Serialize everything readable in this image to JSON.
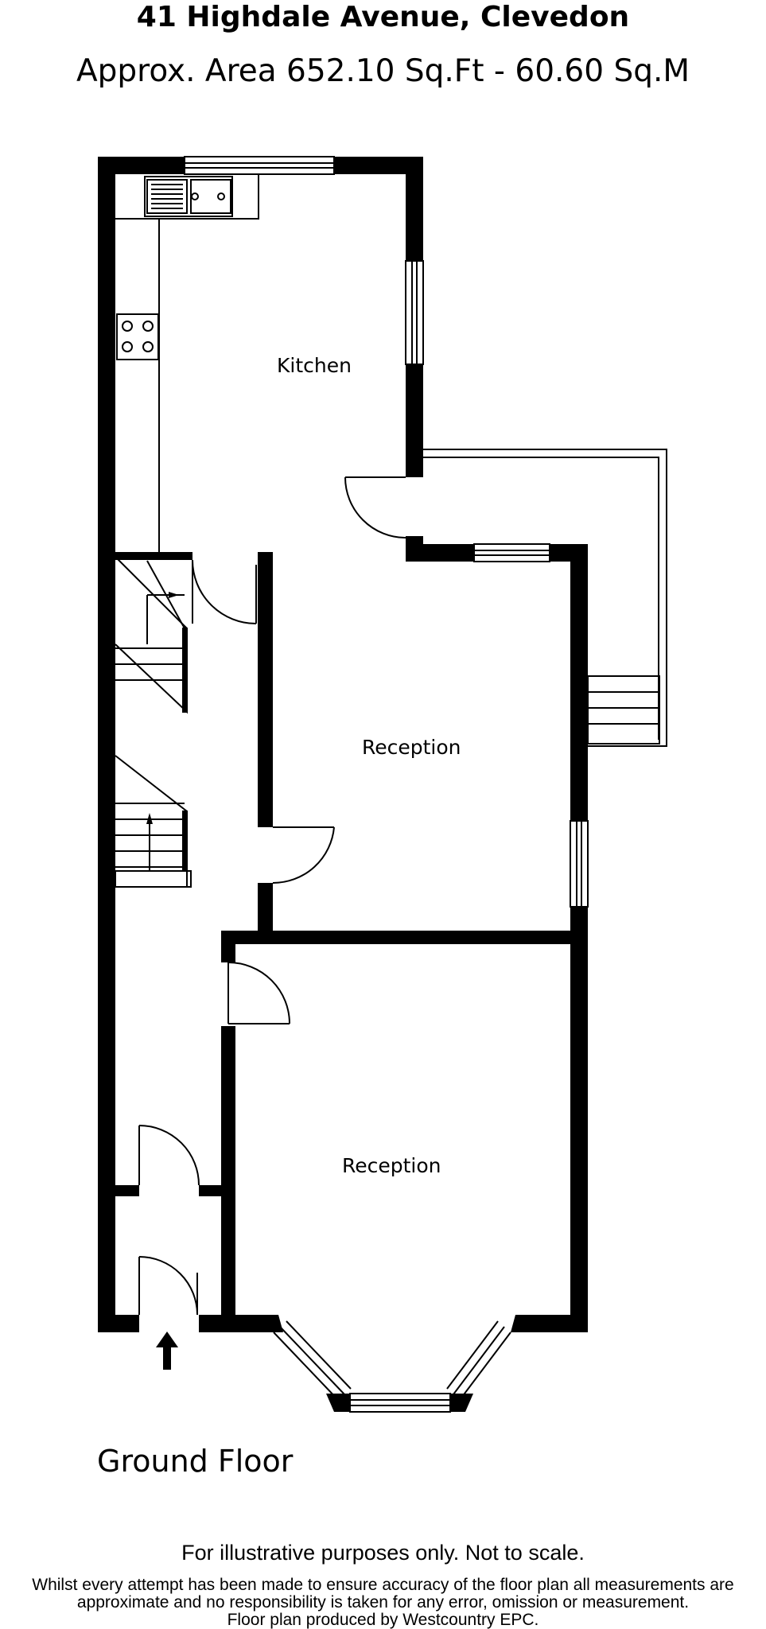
{
  "header": {
    "title": "41 Highdale Avenue, Clevedon",
    "area": "Approx. Area 652.10 Sq.Ft - 60.60 Sq.M"
  },
  "rooms": {
    "kitchen": "Kitchen",
    "reception_rear": "Reception",
    "reception_front": "Reception"
  },
  "floor_label": "Ground Floor",
  "footer": {
    "note": "For illustrative purposes only. Not to scale.",
    "disclaimer_line1": "Whilst every attempt has been made to ensure accuracy of the floor plan all measurements are",
    "disclaimer_line2": "approximate and no responsibility is taken for any error, omission or measurement.",
    "credit": "Floor plan produced by Westcountry EPC."
  }
}
